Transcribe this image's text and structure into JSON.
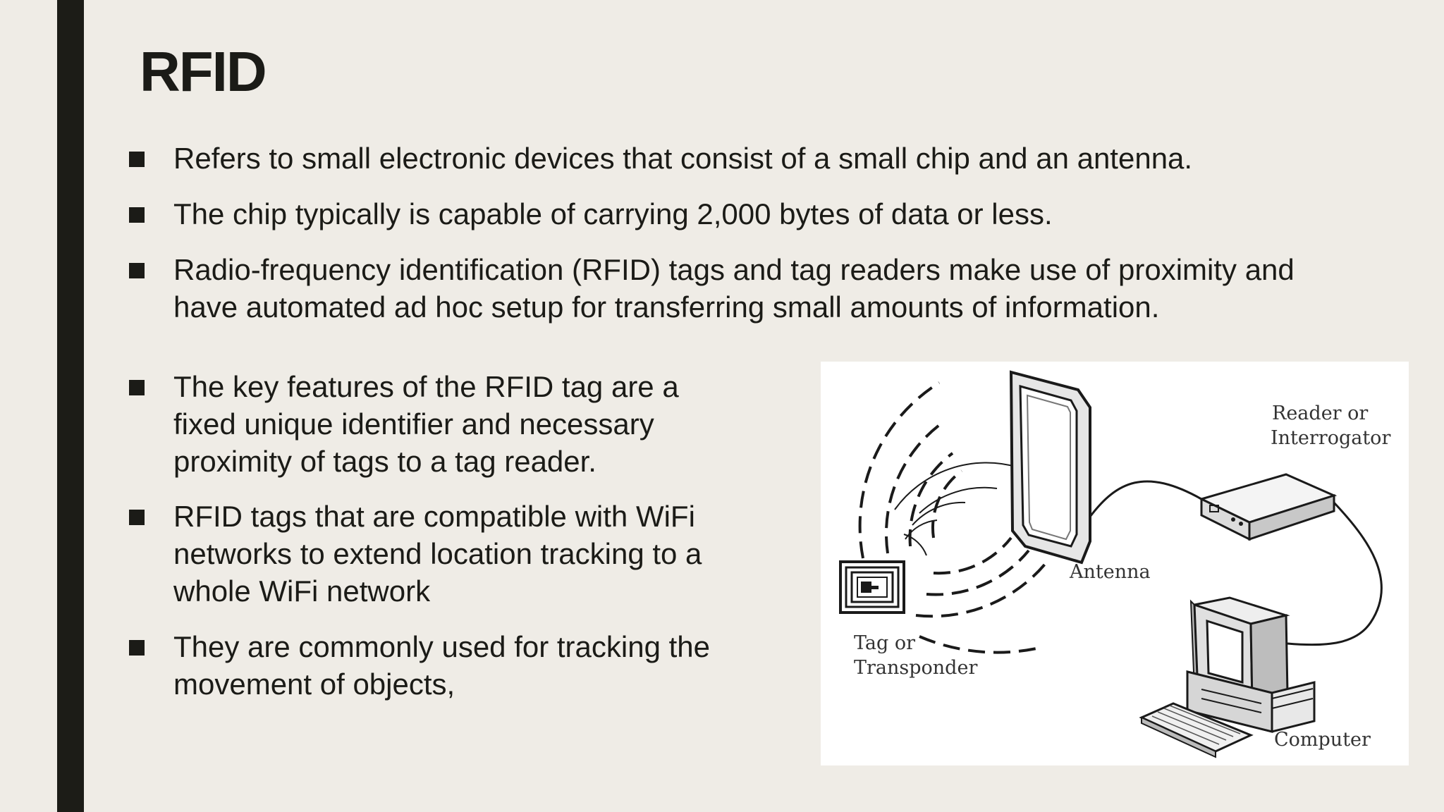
{
  "slide": {
    "title": "RFID",
    "bullets": [
      {
        "lines": [
          "Refers to small electronic devices that consist of a small chip and an antenna."
        ]
      },
      {
        "lines": [
          "The chip typically is capable of carrying 2,000 bytes of data or less."
        ]
      },
      {
        "lines": [
          "Radio-frequency identification (RFID) tags and tag readers make use of proximity and",
          "have automated ad hoc setup for transferring small amounts of information."
        ]
      },
      {
        "lines": [
          "The key features of the RFID tag are a",
          "fixed unique identifier and necessary",
          "proximity of tags to a tag reader."
        ]
      },
      {
        "lines": [
          "RFID tags that are compatible with WiFi",
          "networks to extend location tracking to a",
          "whole WiFi network"
        ]
      },
      {
        "lines": [
          "They are commonly used for tracking the",
          "movement of objects,"
        ]
      }
    ]
  },
  "diagram": {
    "labels": {
      "reader_line1": "Reader or",
      "reader_line2": "Interrogator",
      "antenna": "Antenna",
      "tag_line1": "Tag or",
      "tag_line2": "Transponder",
      "computer": "Computer"
    }
  },
  "colors": {
    "background": "#efece6",
    "accent_bar": "#1c1c17",
    "text": "#1b1b17"
  }
}
